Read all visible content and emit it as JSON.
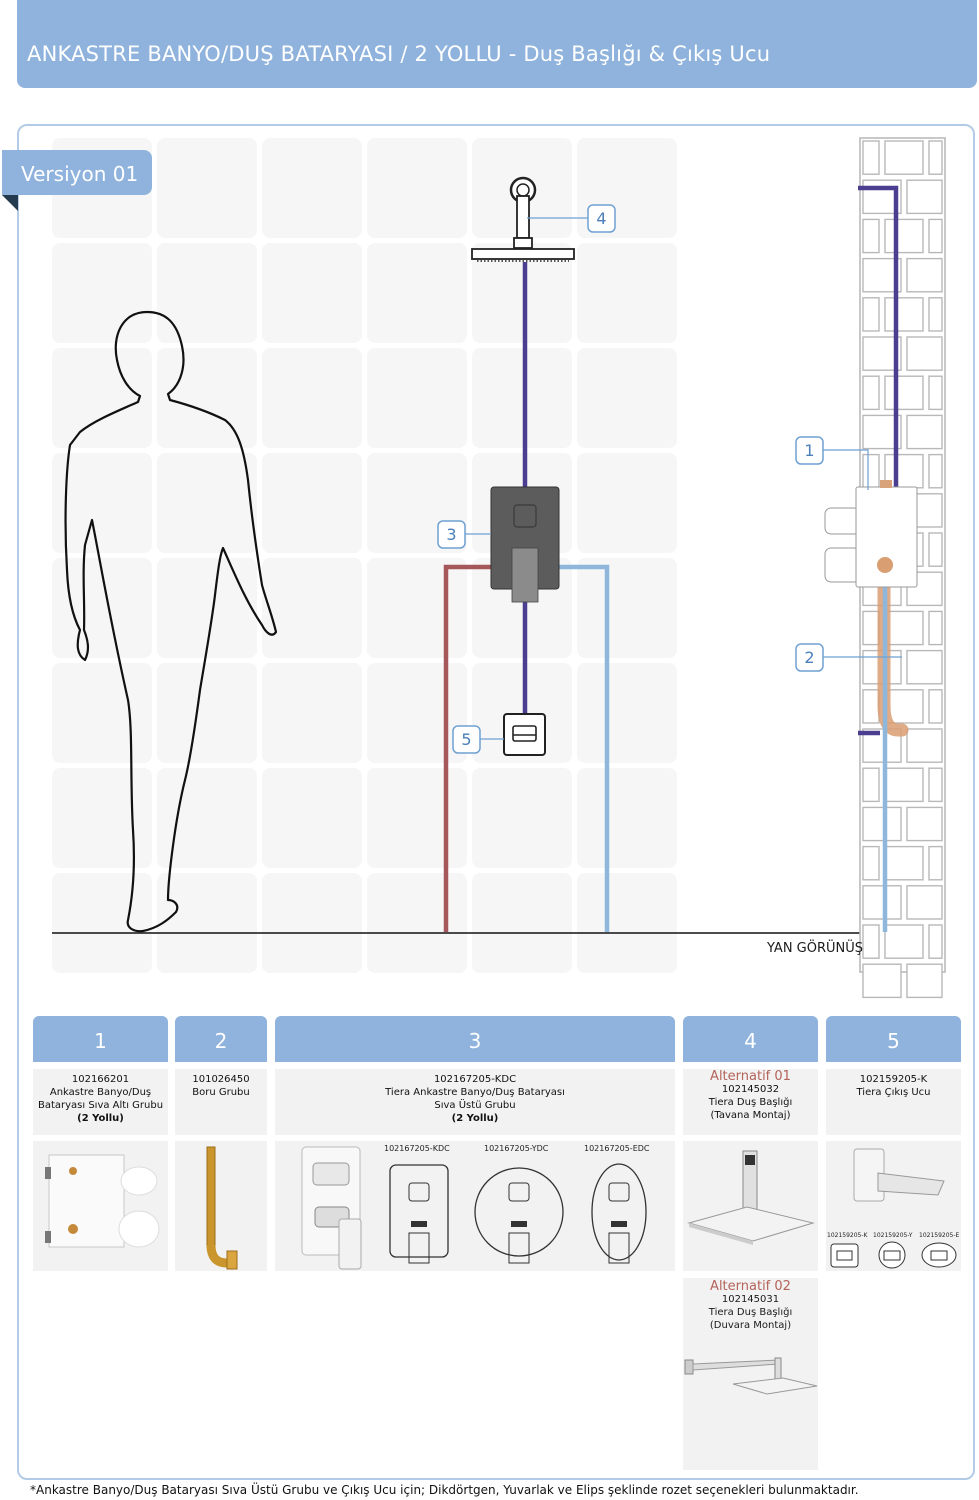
{
  "header": {
    "title": "ANKASTRE BANYO/DUŞ BATARYASI / 2 YOLLU - Duş Başlığı & Çıkış Ucu"
  },
  "version": {
    "label": "Versiyon 01"
  },
  "diagram": {
    "callouts": [
      "1",
      "2",
      "3",
      "4",
      "5"
    ],
    "side_view_label": "YAN GÖRÜNÜŞ",
    "colors": {
      "hot": "#a6575a",
      "cold": "#8fb7dc",
      "mixed": "#4b3d8f",
      "copper": "#d99e72"
    }
  },
  "columns": [
    {
      "num": "1",
      "code": "102166201",
      "lines": [
        "Ankastre Banyo/Duş",
        "Bataryası Sıva Altı Grubu"
      ],
      "bold": "(2 Yollu)"
    },
    {
      "num": "2",
      "code": "101026450",
      "lines": [
        "Boru Grubu"
      ]
    },
    {
      "num": "3",
      "code": "102167205-KDC",
      "lines": [
        "Tiera Ankastre Banyo/Duş Bataryası",
        "Sıva Üstü Grubu"
      ],
      "bold": "(2 Yollu)",
      "variants": [
        "102167205-KDC",
        "102167205-YDC",
        "102167205-EDC"
      ]
    },
    {
      "num": "4",
      "alt1": {
        "title": "Alternatif 01",
        "code": "102145032",
        "lines": [
          "Tiera Duş Başlığı",
          "(Tavana Montaj)"
        ]
      },
      "alt2": {
        "title": "Alternatif 02",
        "code": "102145031",
        "lines": [
          "Tiera Duş Başlığı",
          "(Duvara Montaj)"
        ]
      }
    },
    {
      "num": "5",
      "code": "102159205-K",
      "lines": [
        "Tiera Çıkış Ucu"
      ],
      "variants": [
        "102159205-K",
        "102159205-Y",
        "102159205-E"
      ]
    }
  ],
  "footnote": "*Ankastre Banyo/Duş Bataryası Sıva Üstü Grubu ve Çıkış Ucu için;  Dikdörtgen, Yuvarlak ve Elips şeklinde rozet seçenekleri bulunmaktadır."
}
